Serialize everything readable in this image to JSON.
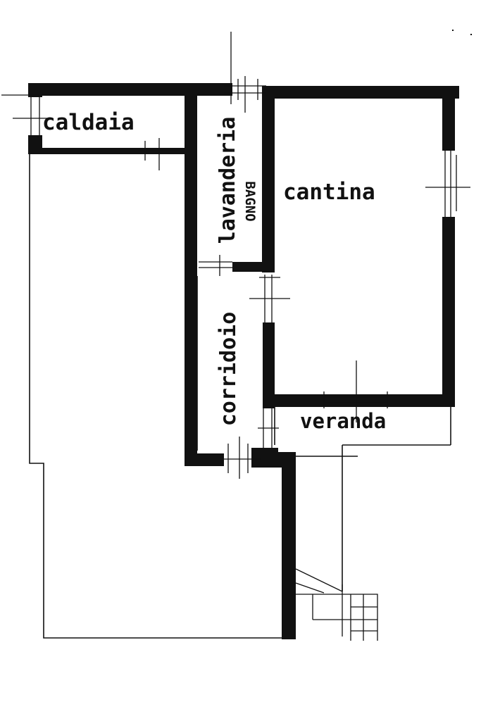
{
  "plan": {
    "ink_color": "#111111",
    "background_color": "#ffffff",
    "rooms": {
      "caldaia": "caldaia",
      "lavanderia": "lavanderia",
      "bagno": "BAGNO",
      "cantina": "cantina",
      "corridoio": "corridoio",
      "veranda": "veranda"
    }
  }
}
